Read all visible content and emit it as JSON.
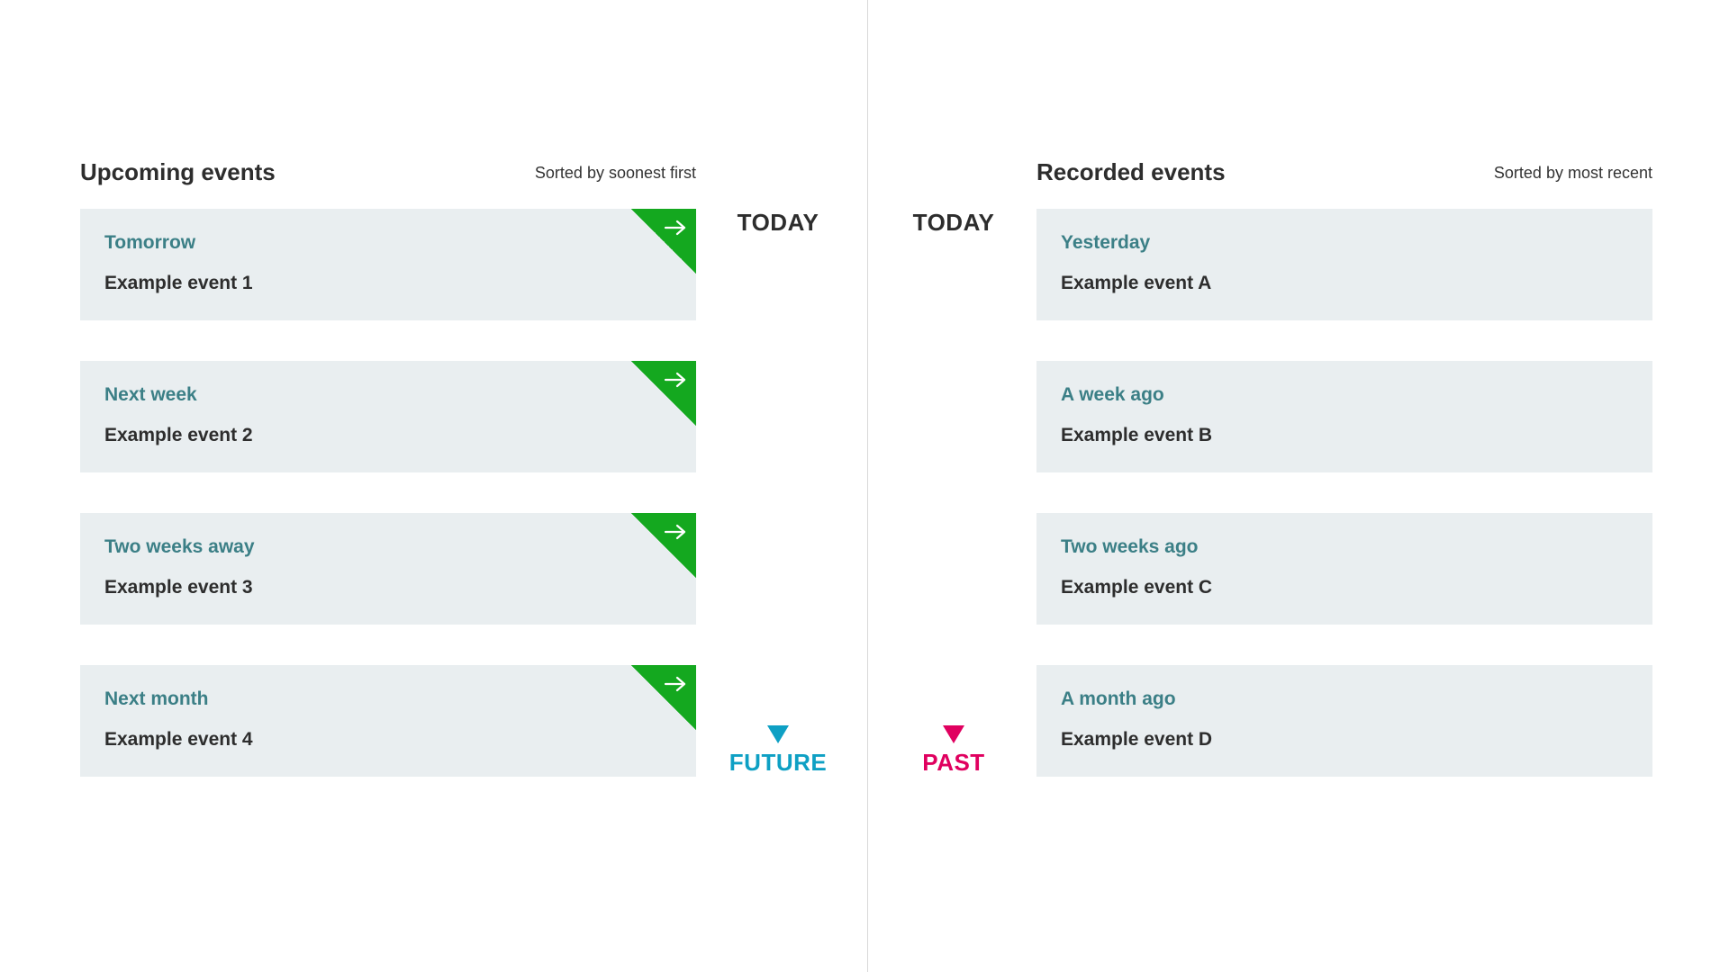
{
  "upcoming": {
    "title": "Upcoming events",
    "sort_label": "Sorted by soonest first",
    "events": [
      {
        "when": "Tomorrow",
        "name": "Example event 1"
      },
      {
        "when": "Next week",
        "name": "Example event 2"
      },
      {
        "when": "Two weeks away",
        "name": "Example event 3"
      },
      {
        "when": "Next month",
        "name": "Example event 4"
      }
    ]
  },
  "recorded": {
    "title": "Recorded events",
    "sort_label": "Sorted by most recent",
    "events": [
      {
        "when": "Yesterday",
        "name": "Example event A"
      },
      {
        "when": "A week ago",
        "name": "Example event B"
      },
      {
        "when": "Two weeks ago",
        "name": "Example event C"
      },
      {
        "when": "A month ago",
        "name": "Example event D"
      }
    ]
  },
  "timeline_future": {
    "top_label": "TODAY",
    "bottom_label": "FUTURE",
    "color_start": "#2d2d2d",
    "color_end": "#0ea0c4"
  },
  "timeline_past": {
    "top_label": "TODAY",
    "bottom_label": "PAST",
    "color_start": "#2d2d2d",
    "color_end": "#e0005f"
  },
  "colors": {
    "card_bg": "#e9eef0",
    "when_text": "#3b7f86",
    "corner_accent": "#14a81f",
    "divider": "#d8d8d8"
  },
  "icons": {
    "card_corner": "arrow-right-icon"
  }
}
